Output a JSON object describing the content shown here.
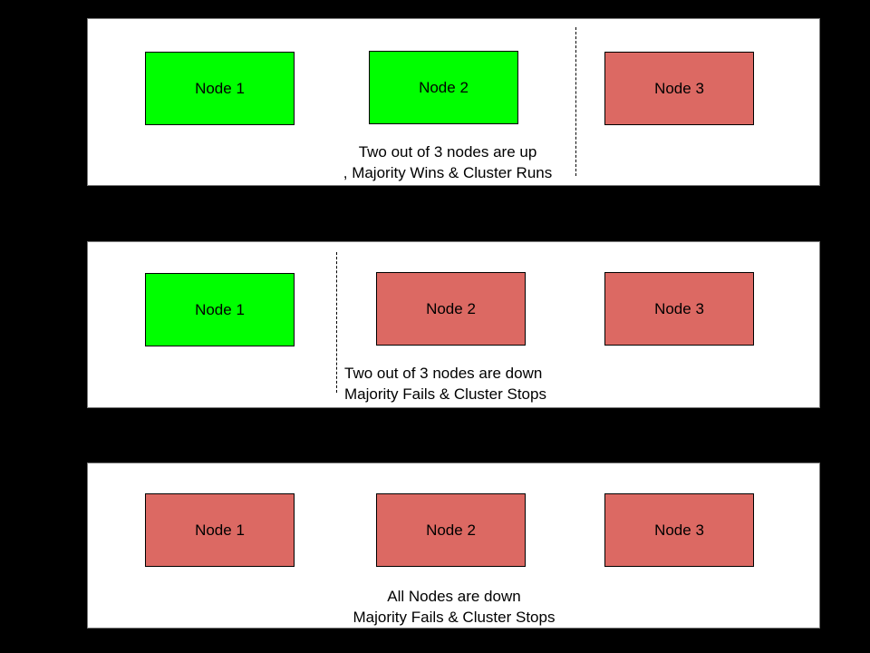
{
  "colors": {
    "background": "#000000",
    "panel_background": "#ffffff",
    "panel_border": "#7a7a7a",
    "node_up": "#00ff00",
    "node_down": "#dc6963",
    "node_border": "#000000",
    "text": "#000000"
  },
  "panels": [
    {
      "nodes": [
        {
          "label": "Node 1",
          "status": "up"
        },
        {
          "label": "Node 2",
          "status": "up"
        },
        {
          "label": "Node 3",
          "status": "down"
        }
      ],
      "has_partition_divider": true,
      "caption": {
        "line1": "Two out of 3 nodes are up",
        "line2": ", Majority Wins & Cluster Runs"
      }
    },
    {
      "nodes": [
        {
          "label": "Node 1",
          "status": "up"
        },
        {
          "label": "Node 2",
          "status": "down"
        },
        {
          "label": "Node 3",
          "status": "down"
        }
      ],
      "has_partition_divider": true,
      "caption": {
        "line1": "Two out of 3 nodes are down",
        "line2": "Majority Fails & Cluster Stops"
      }
    },
    {
      "nodes": [
        {
          "label": "Node 1",
          "status": "down"
        },
        {
          "label": "Node 2",
          "status": "down"
        },
        {
          "label": "Node 3",
          "status": "down"
        }
      ],
      "has_partition_divider": false,
      "caption": {
        "line1": "All Nodes are down",
        "line2": "Majority Fails & Cluster Stops"
      }
    }
  ]
}
